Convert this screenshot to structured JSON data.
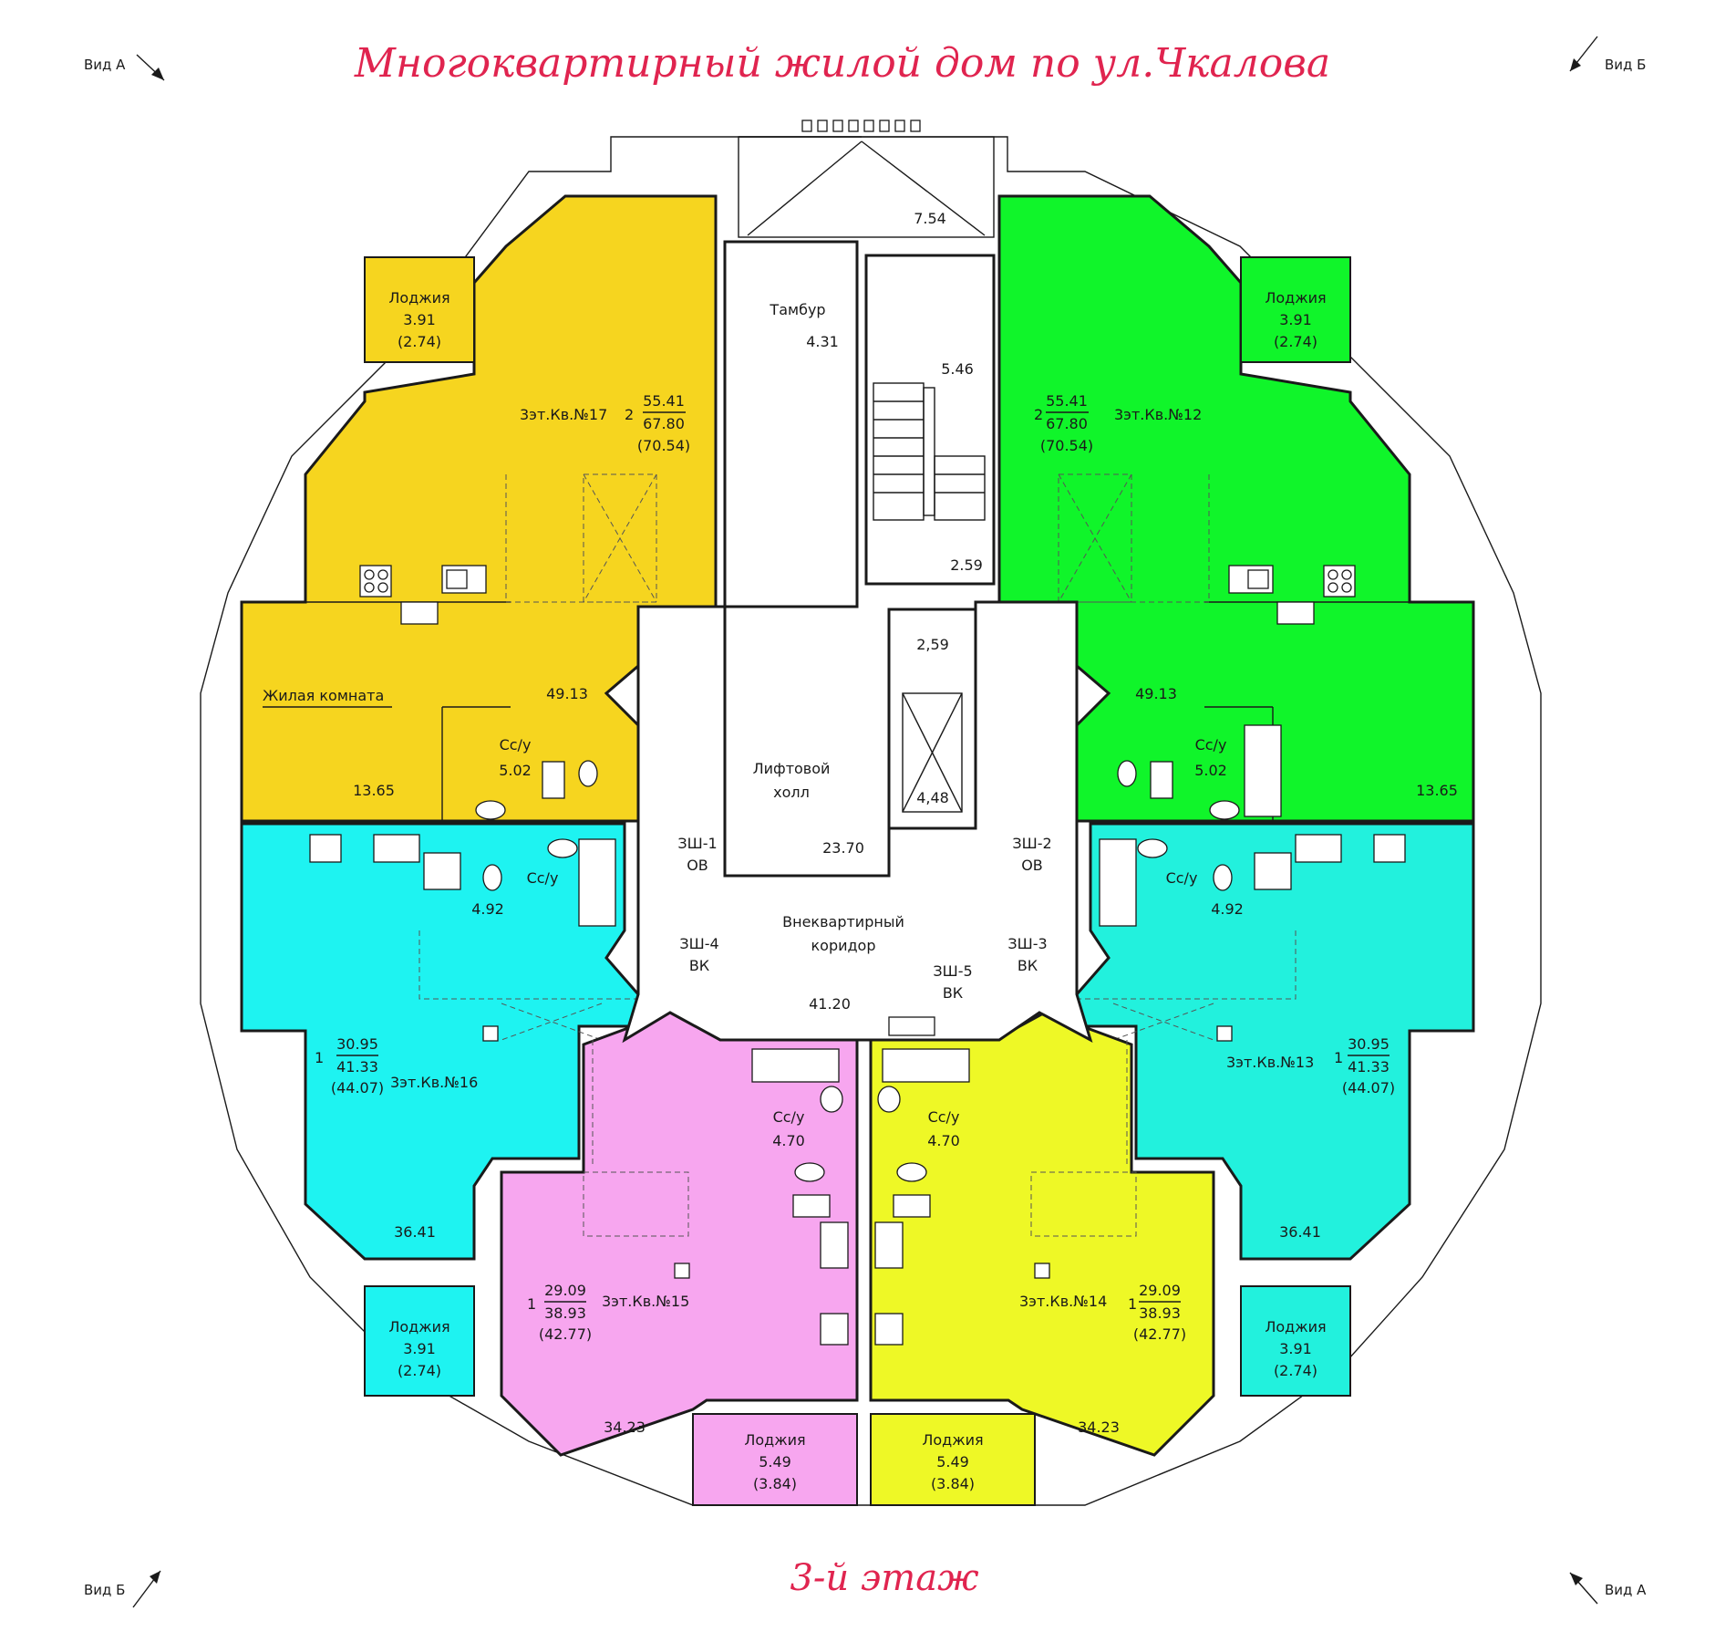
{
  "title": "Многоквартирный жилой дом по ул.Чкалова",
  "floor": "3-й этаж",
  "views": {
    "a_top": "Вид А",
    "b_top": "Вид Б",
    "b_bottom": "Вид Б",
    "a_bottom": "Вид А"
  },
  "colors": {
    "apt17": "#f6d51f",
    "apt12": "#10f52a",
    "apt16": "#1ef3f1",
    "apt13": "#22f1dd",
    "apt15": "#f7a6ef",
    "apt14": "#eef826",
    "title": "#e0244f",
    "common": "#ffffff",
    "wall": "#1a1a1a"
  },
  "common": {
    "tambur_name": "Тамбур",
    "tambur_area": "4.31",
    "entry_area": "7.54",
    "stair_area": "5.46",
    "stair_landing_area": "2.59",
    "lift_shaft_area": "2,59",
    "lift_area2": "4,48",
    "lift_hall_name_1": "Лифтовой",
    "lift_hall_name_2": "холл",
    "lift_hall_area": "23.70",
    "corridor_name_1": "Внеквартирный",
    "corridor_name_2": "коридор",
    "corridor_area": "41.20",
    "shafts": [
      {
        "code": "ЗШ-1",
        "type": "ОВ"
      },
      {
        "code": "ЗШ-2",
        "type": "ОВ"
      },
      {
        "code": "ЗШ-4",
        "type": "ВК"
      },
      {
        "code": "ЗШ-3",
        "type": "ВК"
      },
      {
        "code": "ЗШ-5",
        "type": "ВК"
      }
    ]
  },
  "apartments": {
    "apt17": {
      "name": "3эт.Кв.№17",
      "rooms": "2",
      "living": "55.41",
      "total": "67.80",
      "total_loggia": "(70.54)",
      "loggia_name": "Лоджия",
      "loggia_area": "3.91",
      "loggia_reduced": "(2.74)",
      "room_label": "Жилая комната",
      "room_area": "13.65",
      "kitchen_area": "49.13",
      "bath_name": "Сс/у",
      "bath_area": "5.02"
    },
    "apt12": {
      "name": "3эт.Кв.№12",
      "rooms": "2",
      "living": "55.41",
      "total": "67.80",
      "total_loggia": "(70.54)",
      "loggia_name": "Лоджия",
      "loggia_area": "3.91",
      "loggia_reduced": "(2.74)",
      "room_area": "13.65",
      "kitchen_area": "49.13",
      "bath_name": "Сс/у",
      "bath_area": "5.02"
    },
    "apt16": {
      "name": "3эт.Кв.№16",
      "rooms": "1",
      "living": "30.95",
      "total": "41.33",
      "total_loggia": "(44.07)",
      "loggia_name": "Лоджия",
      "loggia_area": "3.91",
      "loggia_reduced": "(2.74)",
      "room_area": "36.41",
      "bath_name": "Сс/у",
      "bath_area": "4.92"
    },
    "apt13": {
      "name": "3эт.Кв.№13",
      "rooms": "1",
      "living": "30.95",
      "total": "41.33",
      "total_loggia": "(44.07)",
      "loggia_name": "Лоджия",
      "loggia_area": "3.91",
      "loggia_reduced": "(2.74)",
      "room_area": "36.41",
      "bath_name": "Сс/у",
      "bath_area": "4.92"
    },
    "apt15": {
      "name": "3эт.Кв.№15",
      "rooms": "1",
      "living": "29.09",
      "total": "38.93",
      "total_loggia": "(42.77)",
      "loggia_name": "Лоджия",
      "loggia_area": "5.49",
      "loggia_reduced": "(3.84)",
      "room_area": "34.23",
      "bath_name": "Сс/у",
      "bath_area": "4.70"
    },
    "apt14": {
      "name": "3эт.Кв.№14",
      "rooms": "1",
      "living": "29.09",
      "total": "38.93",
      "total_loggia": "(42.77)",
      "loggia_name": "Лоджия",
      "loggia_area": "5.49",
      "loggia_reduced": "(3.84)",
      "room_area": "34.23",
      "bath_name": "Сс/у",
      "bath_area": "4.70"
    }
  }
}
